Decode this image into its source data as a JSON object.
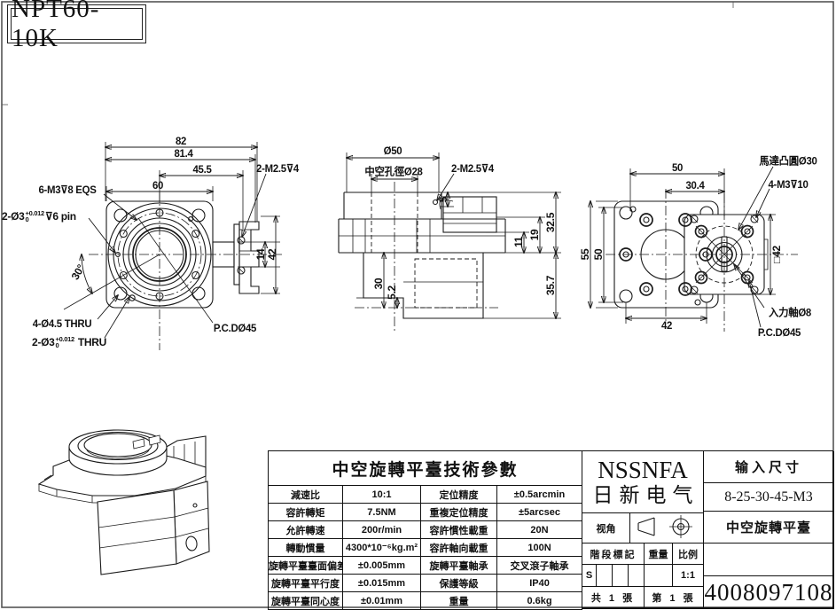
{
  "sheet": {
    "model": "NPT60-10K"
  },
  "front_view": {
    "dim_width_total": "82",
    "dim_width_inner": "81.4",
    "dim_45_5": "45.5",
    "dim_60": "60",
    "dim_14": "14",
    "dim_42": "42",
    "callout_eqs": "6-M3⊽8 EQS",
    "callout_pin_prefix": "2-Ø3",
    "callout_pin_sup": "+0.012",
    "callout_pin_sub": "0",
    "callout_pin_suffix": "⊽6 pin",
    "angle": "30°",
    "callout_thru": "4-Ø4.5 THRU",
    "callout_pin2_prefix": "2-Ø3",
    "callout_pin2_sup": "+0.012",
    "callout_pin2_sub": "0",
    "callout_pin2_suffix": "THRU",
    "callout_pcd": "P.C.DØ45",
    "callout_m25": "2-M2.5⊽4"
  },
  "section_view": {
    "dim_d50": "Ø50",
    "callout_bore": "中空孔徑Ø28",
    "callout_m25": "2-M2.5⊽4",
    "dim_5": "5",
    "dim_32_5": "32.5",
    "dim_19": "19",
    "dim_11": "11",
    "dim_35_7": "35.7",
    "dim_30": "30",
    "dim_5_2": "5.2"
  },
  "rear_view": {
    "dim_50_top": "50",
    "dim_30_4": "30.4",
    "callout_motor_boss": "馬達凸圓Ø30",
    "callout_m3": "4-M3⊽10",
    "dim_55": "55",
    "dim_50_left": "50",
    "dim_42": "42",
    "dim_sq42": "□42",
    "callout_input_shaft": "入力軸Ø8",
    "callout_pcd": "P.C.DØ45"
  },
  "spec_table": {
    "title": "中空旋轉平臺技術參數",
    "rows": [
      [
        "減速比",
        "10:1",
        "定位精度",
        "±0.5arcmin"
      ],
      [
        "容許轉矩",
        "7.5NM",
        "重複定位精度",
        "±5arcsec"
      ],
      [
        "允許轉速",
        "200r/min",
        "容許慣性載重",
        "20N"
      ],
      [
        "轉動慣量",
        "4300*10⁻⁶kg.m²",
        "容許軸向載重",
        "100N"
      ],
      [
        "旋轉平臺臺面偏差",
        "±0.005mm",
        "旋轉平臺軸承",
        "交叉滾子軸承"
      ],
      [
        "旋轉平臺平行度",
        "±0.015mm",
        "保護等級",
        "IP40"
      ],
      [
        "旋轉平臺同心度",
        "±0.01mm",
        "重量",
        "0.6kg"
      ]
    ]
  },
  "title_block": {
    "company_en": "NSSNFA",
    "company_cn": "日新电气",
    "input_size_label": "输入尺寸",
    "input_size_value": "8-25-30-45-M3",
    "view_angle_label": "视角",
    "part_name": "中空旋轉平臺",
    "stage_mark_label": "階段標記",
    "weight_label": "重量",
    "scale_label": "比例",
    "stage_value": "S",
    "scale_value": "1:1",
    "total_sheets": "共 1 張",
    "sheet_number": "第 1 張",
    "drawing_number": "4008097108"
  }
}
